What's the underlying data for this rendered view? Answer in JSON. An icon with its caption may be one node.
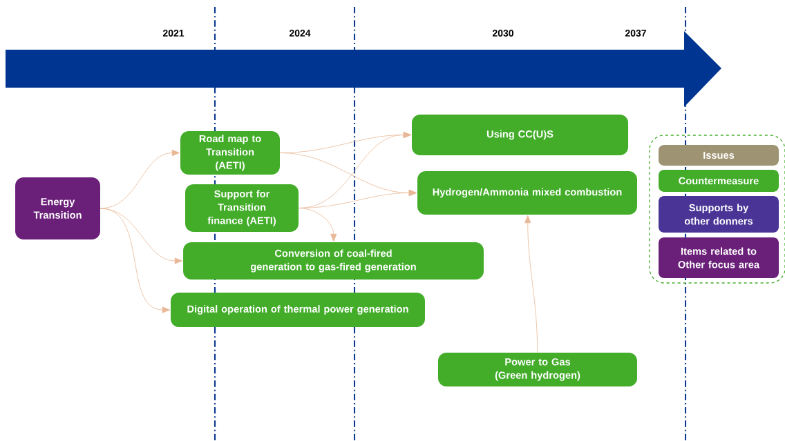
{
  "diagram": {
    "nodes": [
      {
        "text": [
          "Energy Transition"
        ]
      },
      {
        "text": [
          "Road map to Transition (AETI)"
        ]
      },
      {
        "text": [
          "Using CC(U)S"
        ]
      },
      {
        "text": [
          "Support for Transition finance (AETI)"
        ]
      },
      {
        "text": [
          "Hydrogen/Ammonia mixed combustion"
        ]
      },
      {
        "text": [
          "Conversion of coal-fired generation to gas-fired generation"
        ]
      },
      {
        "text": [
          "Digital operation of thermal power generation"
        ]
      },
      {
        "text": [
          "Power to Gas (Green hydrogen)"
        ]
      }
    ],
    "edges": [
      {
        "from": 0,
        "to": 1,
        "arrow": "to"
      },
      {
        "from": 0,
        "to": 5,
        "arrow": "to"
      },
      {
        "from": 0,
        "to": 6,
        "arrow": "to"
      },
      {
        "from": 1,
        "to": 2,
        "arrow": "to"
      },
      {
        "from": 1,
        "to": 4,
        "arrow": "to"
      },
      {
        "from": 3,
        "to": 2,
        "arrow": "to"
      },
      {
        "from": 3,
        "to": 4,
        "arrow": "to"
      },
      {
        "from": 3,
        "to": 5,
        "arrow": "to"
      },
      {
        "from": 7,
        "to": 4,
        "arrow": "to"
      }
    ],
    "labels": [
      "2021",
      "2024",
      "2030",
      "2037"
    ],
    "legend": [
      {
        "text": "Issues",
        "color": "#9e9473"
      },
      {
        "text": "Countermeasure",
        "color": "#43ad2a"
      },
      {
        "text": "Supports by other donners",
        "color": "#4a3597"
      },
      {
        "text": "Items related to Other focus area",
        "color": "#6a1f78"
      }
    ]
  }
}
